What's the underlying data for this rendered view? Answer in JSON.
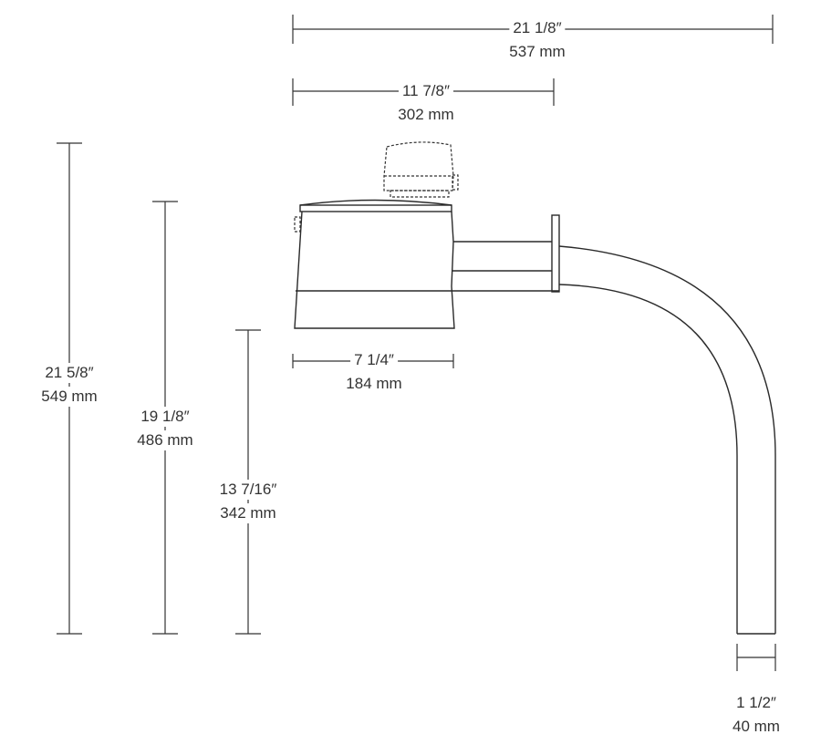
{
  "dimensions": {
    "overall_width": {
      "imperial": "21 1/8″",
      "metric": "537 mm"
    },
    "arm_length": {
      "imperial": "11 7/8″",
      "metric": "302 mm"
    },
    "head_width": {
      "imperial": "7 1/4″",
      "metric": "184 mm"
    },
    "overall_height": {
      "imperial": "21 5/8″",
      "metric": "549 mm"
    },
    "arm_height": {
      "imperial": "19 1/8″",
      "metric": "486 mm"
    },
    "head_bottom_height": {
      "imperial": "13 7/16″",
      "metric": "342 mm"
    },
    "pipe_diameter": {
      "imperial": "1 1/2″",
      "metric": "40 mm"
    }
  }
}
